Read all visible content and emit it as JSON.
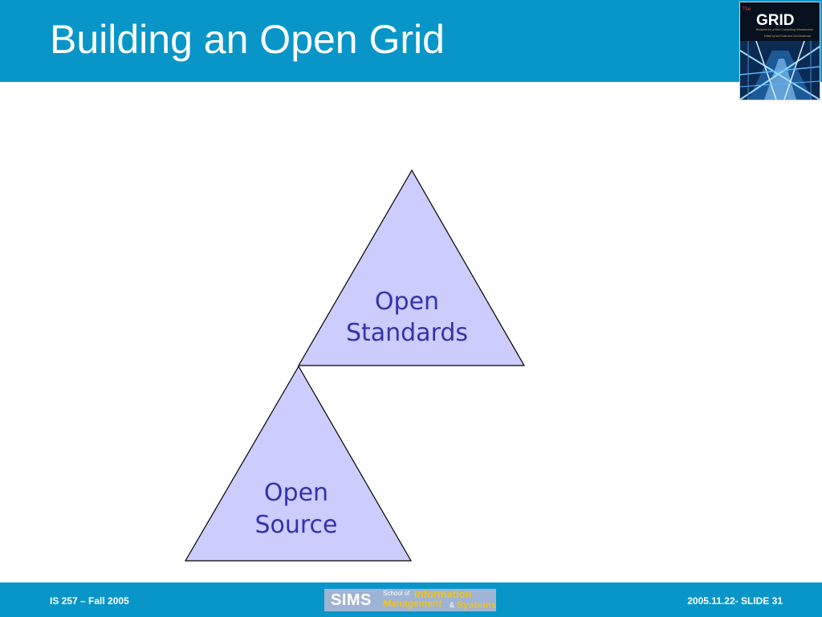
{
  "slide": {
    "title": "Building an Open Grid"
  },
  "book_cover": {
    "line1": "The",
    "title": "GRID",
    "subtitle": "Blueprint for a New Computing Infrastructure",
    "editors": "Edited by Ian Foster and Carl Kesselman"
  },
  "diagram": {
    "top_triangle": {
      "line1": "Open",
      "line2": "Standards"
    },
    "bottom_triangle": {
      "line1": "Open",
      "line2": "Source"
    },
    "fill_color": "#ccccff",
    "text_color": "#3333a8"
  },
  "footer": {
    "course": "IS 257 – Fall 2005",
    "slide_ref": "2005.11.22- SLIDE 31",
    "logo": {
      "sims": "SIMS",
      "school_of": "School of",
      "information": "Information",
      "management": "Management",
      "amp": "&",
      "systems": "Systems"
    }
  },
  "colors": {
    "header": "#0896c8",
    "footer": "#0896c8",
    "title_text": "#ffffff"
  }
}
